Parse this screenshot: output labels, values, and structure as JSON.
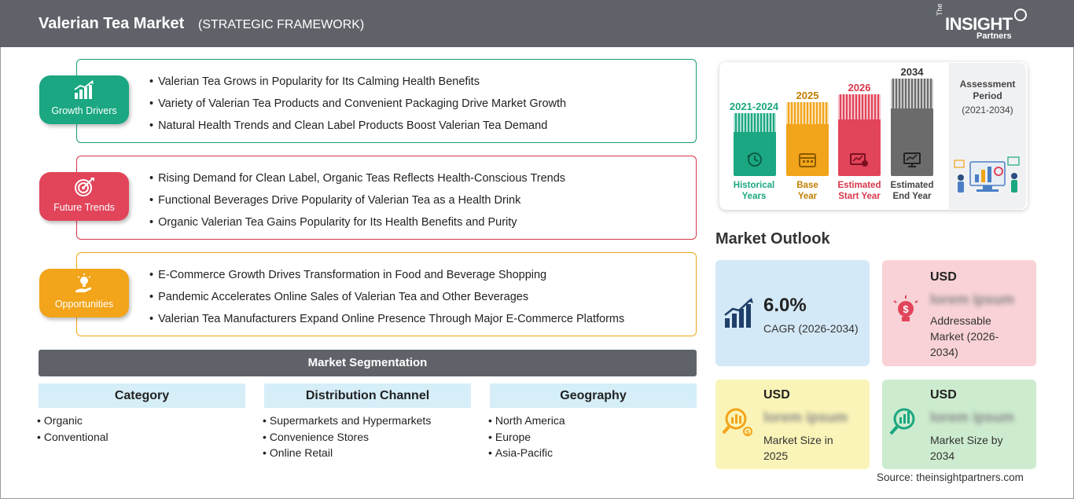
{
  "header": {
    "title": "Valerian Tea Market",
    "subtitle": "(STRATEGIC FRAMEWORK)",
    "logo": {
      "the": "The",
      "main": "INSIGHT",
      "sub": "Partners"
    }
  },
  "framework": [
    {
      "label": "Growth Drivers",
      "color": "#1aa781",
      "icon": "bar-growth-icon",
      "items": [
        "Valerian Tea Grows in Popularity for Its Calming Health Benefits",
        "Variety of Valerian Tea Products and Convenient Packaging Drive Market Growth",
        "Natural Health Trends and Clean Label Products Boost Valerian Tea Demand"
      ]
    },
    {
      "label": "Future Trends",
      "color": "#e2445a",
      "icon": "target-icon",
      "items": [
        "Rising Demand for Clean Label, Organic Teas Reflects Health-Conscious Trends",
        "Functional Beverages Drive Popularity of Valerian Tea as a Health Drink",
        "Organic Valerian Tea Gains Popularity for Its Health Benefits and Purity"
      ]
    },
    {
      "label": "Opportunities",
      "color": "#f2a41a",
      "icon": "idea-hand-icon",
      "items": [
        "E-Commerce Growth Drives Transformation in Food and Beverage Shopping",
        "Pandemic Accelerates Online Sales of Valerian Tea and Other Beverages",
        "Valerian Tea Manufacturers Expand Online Presence Through Major E-Commerce Platforms"
      ]
    }
  ],
  "segmentation": {
    "title": "Market Segmentation",
    "columns": [
      {
        "heading": "Category",
        "items": [
          "Organic",
          "Conventional"
        ]
      },
      {
        "heading": "Distribution Channel",
        "items": [
          "Supermarkets and Hypermarkets",
          "Convenience Stores",
          "Online Retail"
        ]
      },
      {
        "heading": "Geography",
        "items": [
          "North America",
          "Europe",
          "Asia-Pacific"
        ]
      }
    ]
  },
  "timeline": {
    "periods": [
      {
        "year": "2021-2024",
        "label_line1": "Historical",
        "label_line2": "Years",
        "color": "#1aa781",
        "icon": "history-icon"
      },
      {
        "year": "2025",
        "label_line1": "Base",
        "label_line2": "Year",
        "color": "#f2a41a",
        "icon": "calendar-icon"
      },
      {
        "year": "2026",
        "label_line1": "Estimated",
        "label_line2": "Start Year",
        "color": "#e2445a",
        "icon": "forecast-start-icon"
      },
      {
        "year": "2034",
        "label_line1": "Estimated",
        "label_line2": "End Year",
        "color": "#6b6b6b",
        "icon": "forecast-end-icon"
      }
    ],
    "assessment_label_line1": "Assessment",
    "assessment_label_line2": "Period",
    "assessment_period": "(2021-2034)"
  },
  "outlook": {
    "title": "Market Outlook",
    "cagr": {
      "value": "6.0%",
      "label": "CAGR (2026-2034)"
    },
    "addressable": {
      "currency": "USD",
      "value": "lorem ipsum",
      "label_lines": [
        "Addressable",
        "Market (2026-",
        "2034)"
      ]
    },
    "size_2025": {
      "currency": "USD",
      "value": "lorem ipsum",
      "label_lines": [
        "Market Size in",
        "2025"
      ]
    },
    "size_2034": {
      "currency": "USD",
      "value": "lorem ipsum",
      "label_lines": [
        "Market Size by",
        "2034"
      ]
    }
  },
  "source": "Source: theinsightpartners.com"
}
